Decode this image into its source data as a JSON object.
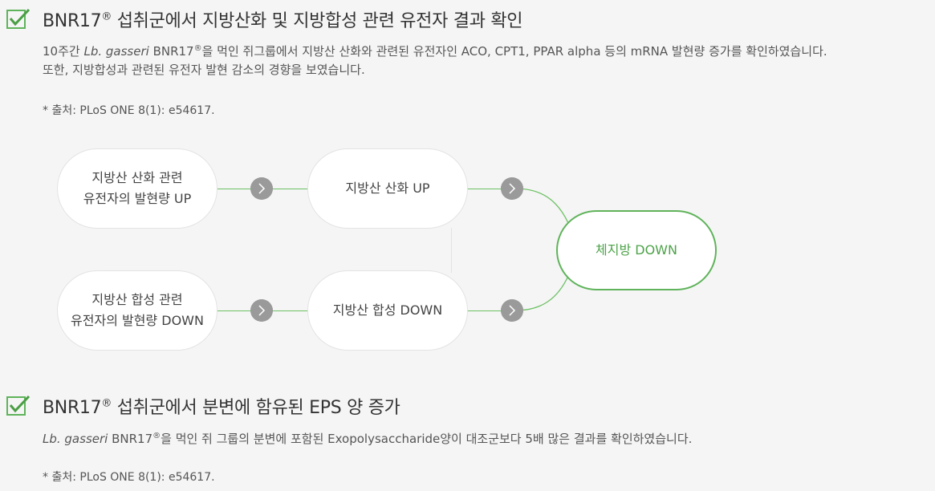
{
  "section1": {
    "title_main": "BNR17",
    "title_reg": "®",
    "title_rest": " 섭취군에서 지방산화 및 지방합성 관련 유전자 결과 확인",
    "desc_line1_prefix": "10주간 ",
    "desc_line1_italic": "Lb. gasseri",
    "desc_line1_strain": " BNR17",
    "desc_line1_reg": "®",
    "desc_line1_rest": "을 먹인 쥐그룹에서 지방산 산화와 관련된 유전자인 ACO, CPT1, PPAR alpha 등의 mRNA 발현량 증가를 확인하였습니다.",
    "desc_line2": "또한, 지방합성과 관련된 유전자 발현 감소의 경향을 보였습니다.",
    "source": "* 출처: PLoS ONE 8(1): e54617."
  },
  "diagram": {
    "gene_up_line1": "지방산 산화 관련",
    "gene_up_line2": "유전자의 발현량 UP",
    "oxidation_up": "지방산 산화 UP",
    "gene_down_line1": "지방산 합성 관련",
    "gene_down_line2": "유전자의 발현량 DOWN",
    "synthesis_down": "지방산 합성 DOWN",
    "result": "체지방 DOWN",
    "accent_color": "#5fb35a",
    "arrow_color": "#9a9a9a"
  },
  "section2": {
    "title_main": "BNR17",
    "title_reg": "®",
    "title_rest": " 섭취군에서 분변에 함유된 EPS 양 증가",
    "desc_italic": "Lb. gasseri",
    "desc_strain": " BNR17",
    "desc_reg": "®",
    "desc_rest": "을 먹인 쥐 그룹의 분변에 포함된 Exopolysaccharide양이 대조군보다 5배 많은 결과를 확인하였습니다.",
    "source": "* 출처: PLoS ONE 8(1): e54617."
  },
  "icons": {
    "check": "checkbox-checked-icon",
    "arrow": "chevron-right-icon"
  }
}
